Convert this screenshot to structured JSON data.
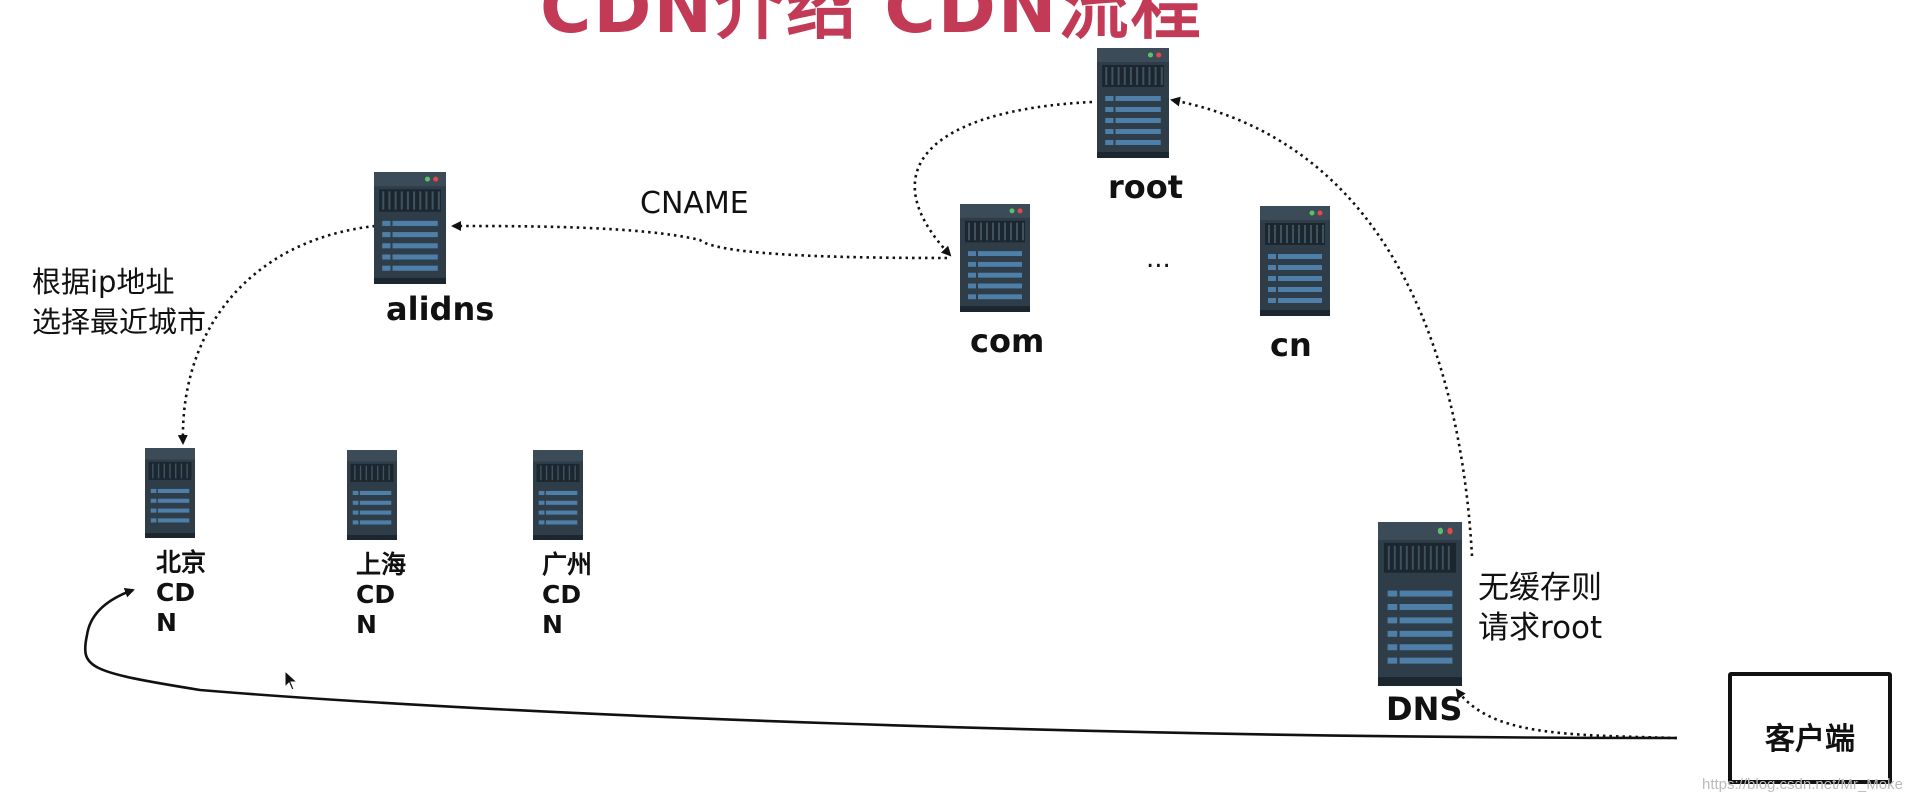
{
  "title": "CDN介绍 CDN流程",
  "labels": {
    "root": "root",
    "com": "com",
    "cn": "cn",
    "alidns": "alidns",
    "dns": "DNS",
    "ellipsis": "...",
    "cname": "CNAME",
    "geo_line1": "根据ip地址",
    "geo_line2": "选择最近城市",
    "nocache_line1": "无缓存则",
    "nocache_line2": "请求root",
    "client": "客户端"
  },
  "cdn_nodes": [
    {
      "city": "北京",
      "line2": "CD",
      "line3": "N"
    },
    {
      "city": "上海",
      "line2": "CD",
      "line3": "N"
    },
    {
      "city": "广州",
      "line2": "CD",
      "line3": "N"
    }
  ],
  "watermark": "https://blog.csdn.net/Mr_Moke",
  "colors": {
    "server_body": "#2e3d48",
    "server_dark": "#1b262e",
    "server_bar": "#4e7fa8",
    "title": "#c23a55"
  }
}
